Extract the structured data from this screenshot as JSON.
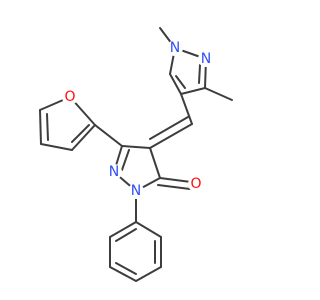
{
  "molecule": {
    "atoms": {
      "pyrazole_n1": {
        "symbol": "N",
        "color": "#3050F8"
      },
      "pyrazole_n2": {
        "symbol": "N",
        "color": "#3050F8"
      },
      "furan_o": {
        "symbol": "O",
        "color": "#FF0D0D"
      },
      "ring_n1": {
        "symbol": "N",
        "color": "#3050F8"
      },
      "ring_n2": {
        "symbol": "N",
        "color": "#3050F8"
      },
      "carbonyl_o": {
        "symbol": "O",
        "color": "#FF0D0D"
      }
    }
  }
}
